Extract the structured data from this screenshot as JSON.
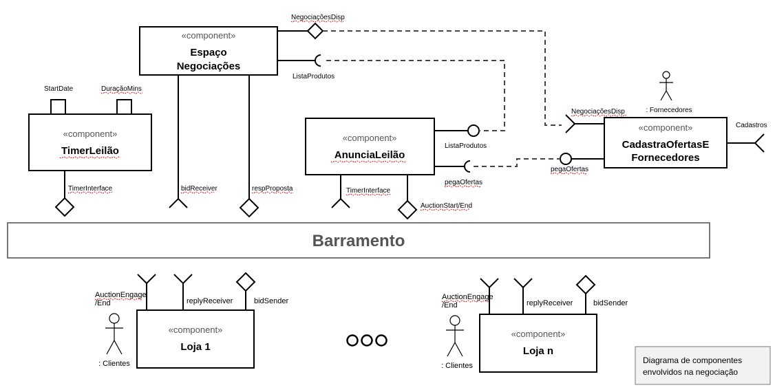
{
  "components": {
    "espaco": {
      "stereotype": "«component»",
      "line1": "Espaço",
      "line2": "Negociações"
    },
    "timer": {
      "stereotype": "«component»",
      "name": "TimerLeilão"
    },
    "anuncia": {
      "stereotype": "«component»",
      "name": "AnunciaLeilão"
    },
    "cadastra": {
      "stereotype": "«component»",
      "line1": "CadastraOfertasE",
      "line2": "Fornecedores"
    },
    "loja1": {
      "stereotype": "«component»",
      "name": "Loja 1"
    },
    "lojan": {
      "stereotype": "«component»",
      "name": "Loja n"
    }
  },
  "ports": {
    "negociacoes_disp_top": "NegociaçõesDisp",
    "lista_produtos_espaco": "ListaProdutos",
    "start_date": "StartDate",
    "duracao_mins": "DuraçãoMins",
    "timer_interface_timer": "TimerInterface",
    "bid_receiver": "bidReceiver",
    "resp_proposta": "respProposta",
    "lista_produtos_anuncia": "ListaProdutos",
    "pega_ofertas_anuncia": "pegaOfertas",
    "timer_interface_anuncia": "TimerInterface",
    "auction_start_end": "AuctionStart/End",
    "negociacoes_disp_cadastra": "NegociaçõesDisp",
    "pega_ofertas_cadastra": "pegaOfertas",
    "cadastros": "Cadastros",
    "loja1_auction_engage_1": "AuctionEngage",
    "loja1_auction_engage_2": "/End",
    "loja1_reply_receiver": "replyReceiver",
    "loja1_bid_sender": "bidSender",
    "lojan_auction_engage_1": "AuctionEngage",
    "lojan_auction_engage_2": "/End",
    "lojan_reply_receiver": "replyReceiver",
    "lojan_bid_sender": "bidSender"
  },
  "actors": {
    "fornecedores": ": Fornecedores",
    "clientes_1": ": Clientes",
    "clientes_n": ": Clientes"
  },
  "bus": {
    "title": "Barramento"
  },
  "note": {
    "line1": "Diagrama de componentes",
    "line2": "envolvidos na negociação"
  }
}
